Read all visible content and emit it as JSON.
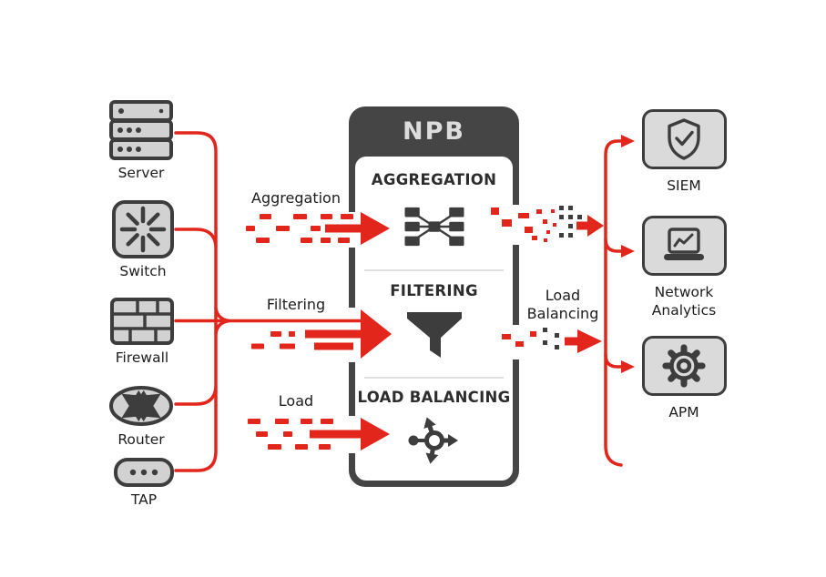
{
  "diagram_title": "NPB network packet broker flow",
  "colors": {
    "red": "#e2261c",
    "dark": "#3d3d3d",
    "icon_fill": "#d2d2d2",
    "card_fill": "#dadada"
  },
  "npb": {
    "title": "NPB",
    "sections": [
      {
        "label": "AGGREGATION",
        "icon": "aggregation-icon"
      },
      {
        "label": "FILTERING",
        "icon": "filter-funnel-icon"
      },
      {
        "label": "LOAD BALANCING",
        "icon": "load-balancing-icon"
      }
    ]
  },
  "sources": [
    {
      "label": "Server",
      "icon": "server-icon"
    },
    {
      "label": "Switch",
      "icon": "switch-icon"
    },
    {
      "label": "Firewall",
      "icon": "firewall-icon"
    },
    {
      "label": "Router",
      "icon": "router-icon"
    },
    {
      "label": "TAP",
      "icon": "tap-icon"
    }
  ],
  "destinations": [
    {
      "label": "SIEM",
      "icon": "shield-check-icon"
    },
    {
      "label": "Network Analytics",
      "icon": "laptop-chart-icon"
    },
    {
      "label": "APM",
      "icon": "gear-icon"
    }
  ],
  "flow_labels": {
    "aggregation": "Aggregation",
    "filtering": "Filtering",
    "load": "Load",
    "load_balancing": "Load Balancing"
  }
}
